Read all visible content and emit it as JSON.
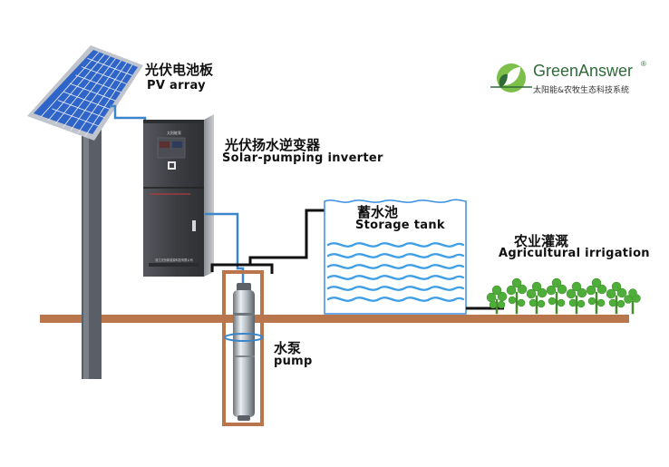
{
  "brand": {
    "name": "GreenAnswer",
    "registered": "®",
    "subtitle": "太阳能&农牧生态科技系统",
    "colors": {
      "dark_green": "#2f6b38",
      "light_green": "#7cc04a"
    }
  },
  "labels": {
    "pv_array_cn": "光伏电池板",
    "pv_array_en": "PV array",
    "inverter_cn": "光伏扬水逆变器",
    "inverter_en": "Solar-pumping inverter",
    "tank_cn": "蓄水池",
    "tank_en": "Storage tank",
    "irrigation_cn": "农业灌溉",
    "irrigation_en": "Agricultural irrigation",
    "pump_cn": "水泵",
    "pump_en": "pump"
  },
  "inverter_panel": {
    "top_text": "太阳能泵",
    "bottom_text": "浙江光伏新能源科技有限公司"
  },
  "colors": {
    "ground": "#b9764c",
    "cable": "#3a86c8",
    "pipe": "#111111",
    "water_wave": "#3f9fe6",
    "panel_blue": "#2f64c9",
    "cabinet": "#3d3f44",
    "plant": "#4fae3a"
  }
}
